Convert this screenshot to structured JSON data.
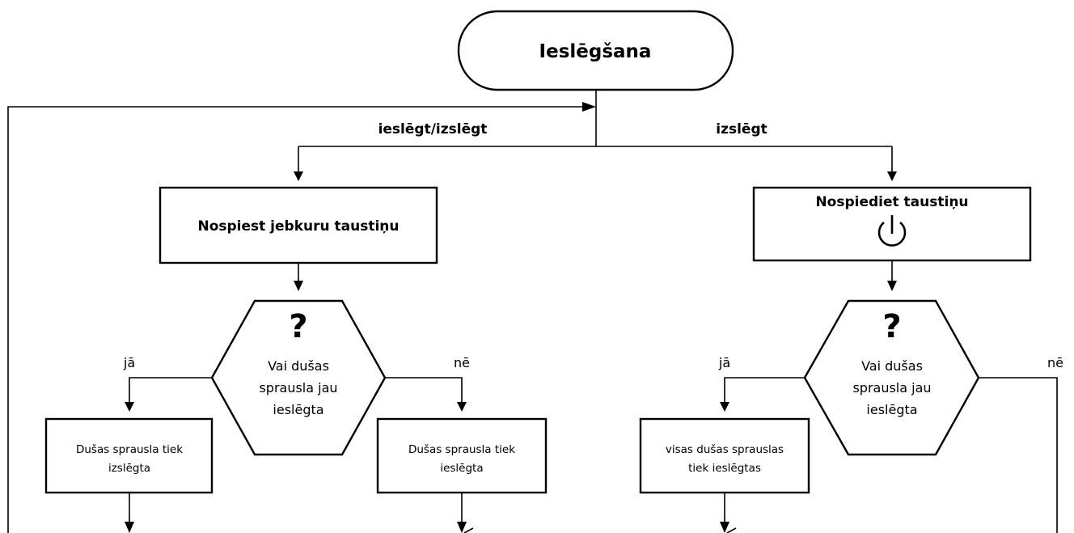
{
  "start": {
    "label": "Ieslēgšana"
  },
  "branches": {
    "left_label": "ieslēgt/izslēgt",
    "right_label": "izslēgt"
  },
  "left": {
    "action": "Nospiest jebkuru taustiņu",
    "question_mark": "?",
    "question": [
      "Vai dušas",
      "sprausla jau",
      "ieslēgta"
    ],
    "yes_label": "jā",
    "no_label": "nē",
    "yes_result": [
      "Dušas sprausla tiek",
      "izslēgta"
    ],
    "no_result": [
      "Dušas sprausla tiek",
      "ieslēgta"
    ]
  },
  "right": {
    "action": "Nospiediet taustiņu",
    "action_icon": "power-icon",
    "question_mark": "?",
    "question": [
      "Vai dušas",
      "sprausla jau",
      "ieslēgta"
    ],
    "yes_label": "jā",
    "no_label": "nē",
    "yes_result": [
      "visas dušas sprauslas",
      "tiek ieslēgtas"
    ]
  }
}
